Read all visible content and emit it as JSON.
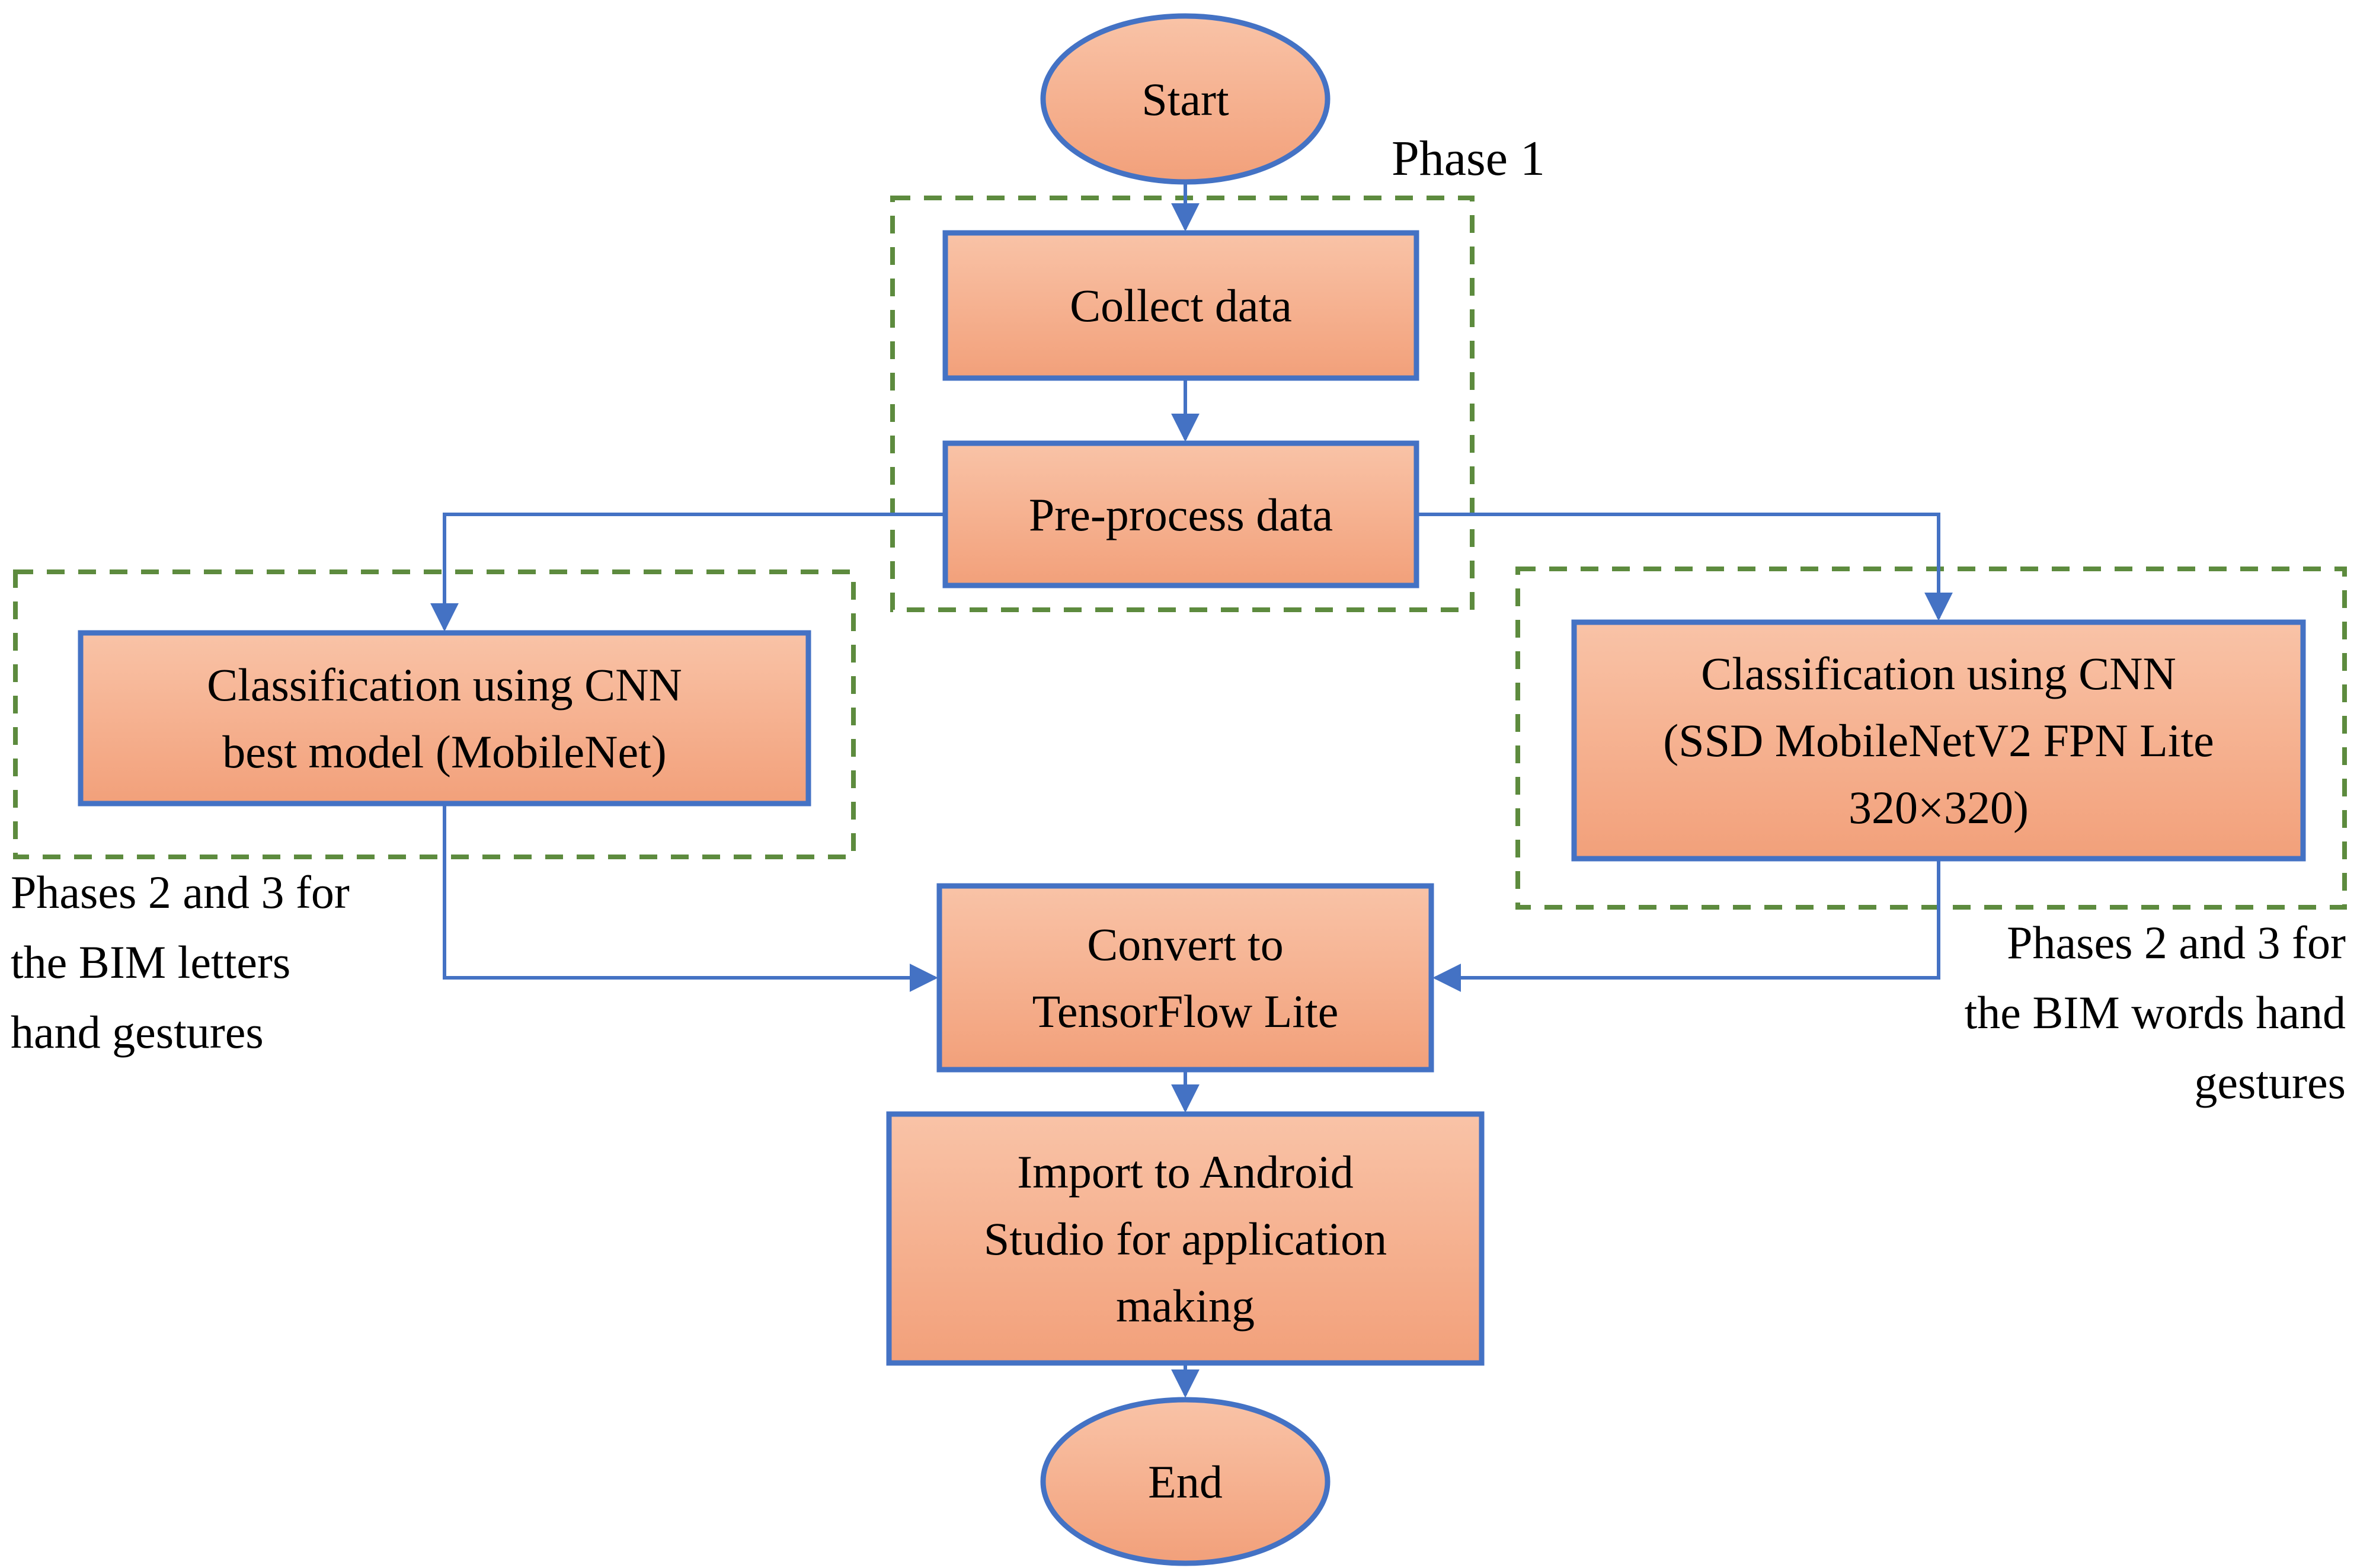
{
  "flowchart": {
    "nodes": [
      {
        "id": "start",
        "shape": "oval",
        "label": "Start"
      },
      {
        "id": "collect-data",
        "shape": "process",
        "label": "Collect data"
      },
      {
        "id": "pre-process-data",
        "shape": "process",
        "label": "Pre-process data"
      },
      {
        "id": "classification-letters",
        "shape": "process",
        "lines": [
          "Classification using CNN",
          "best model (MobileNet)"
        ]
      },
      {
        "id": "classification-words",
        "shape": "process",
        "lines": [
          "Classification using CNN",
          "(SSD MobileNetV2 FPN Lite",
          "320×320)"
        ]
      },
      {
        "id": "convert-tflite",
        "shape": "process",
        "lines": [
          "Convert to",
          "TensorFlow Lite"
        ]
      },
      {
        "id": "import-android-studio",
        "shape": "process",
        "lines": [
          "Import to Android",
          "Studio for application",
          "making"
        ]
      },
      {
        "id": "end",
        "shape": "oval",
        "label": "End"
      }
    ],
    "annotations": {
      "phase1": "Phase 1",
      "left_note": [
        "Phases 2 and 3 for",
        "the BIM letters",
        "hand gestures"
      ],
      "right_note": [
        "Phases 2 and 3 for",
        "the BIM words hand",
        "gestures"
      ]
    },
    "colors": {
      "node_fill_top": "#f9c3a7",
      "node_fill_bottom": "#f2a07a",
      "node_border": "#4472c4",
      "connector": "#4472c4",
      "phase_outline_green": "#5d8b3e",
      "text": "#000000"
    }
  }
}
